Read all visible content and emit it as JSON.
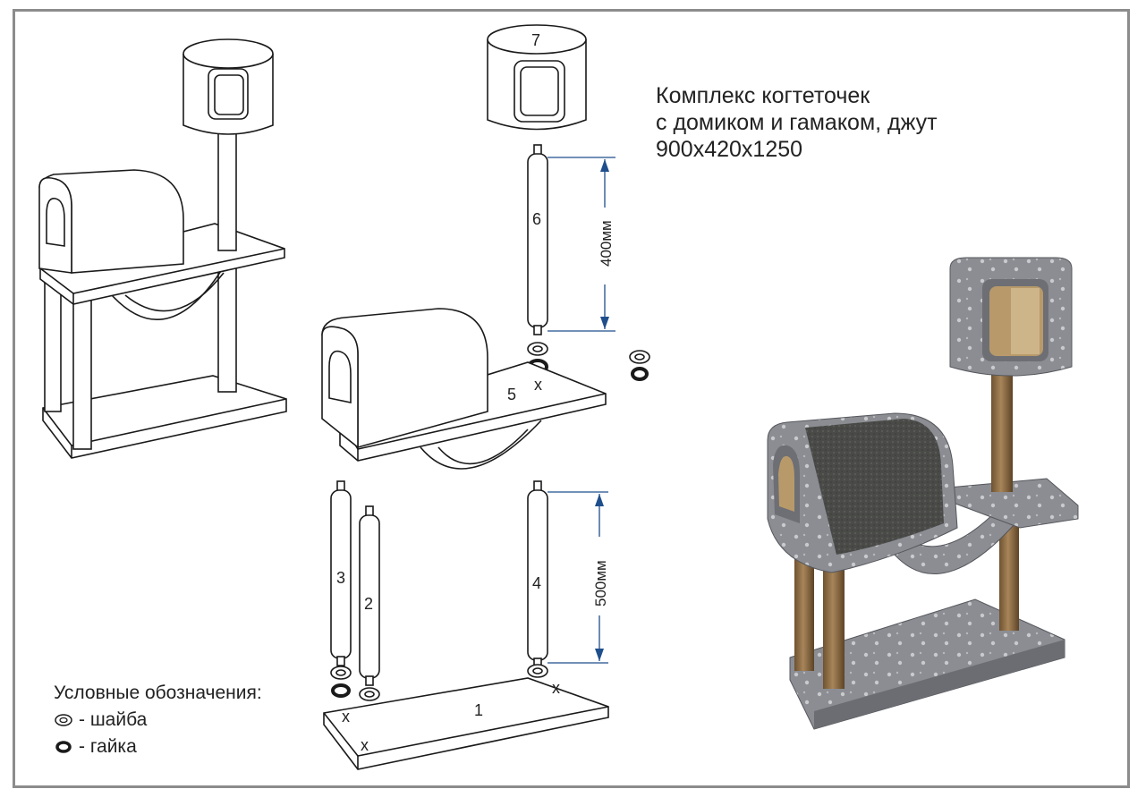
{
  "title": {
    "line1": "Комплекс когтеточек",
    "line2": "с домиком и гамаком, джут",
    "line3": "900x420x1250"
  },
  "legend": {
    "heading": "Условные обозначения:",
    "washer_label": "- шайба",
    "nut_label": "- гайка"
  },
  "parts": {
    "p1": "1",
    "p2": "2",
    "p3": "3",
    "p4": "4",
    "p5": "5",
    "p6": "6",
    "p7": "7"
  },
  "marks": {
    "x": "x"
  },
  "dimensions": {
    "top_post": "400мм",
    "lower_post": "500мм"
  },
  "colors": {
    "frame": "#8c8c8c",
    "line": "#1a1a1a",
    "dimension": "#1f4e8c",
    "sisal": "#8a6a3e",
    "fabric": "#8b8d93"
  }
}
